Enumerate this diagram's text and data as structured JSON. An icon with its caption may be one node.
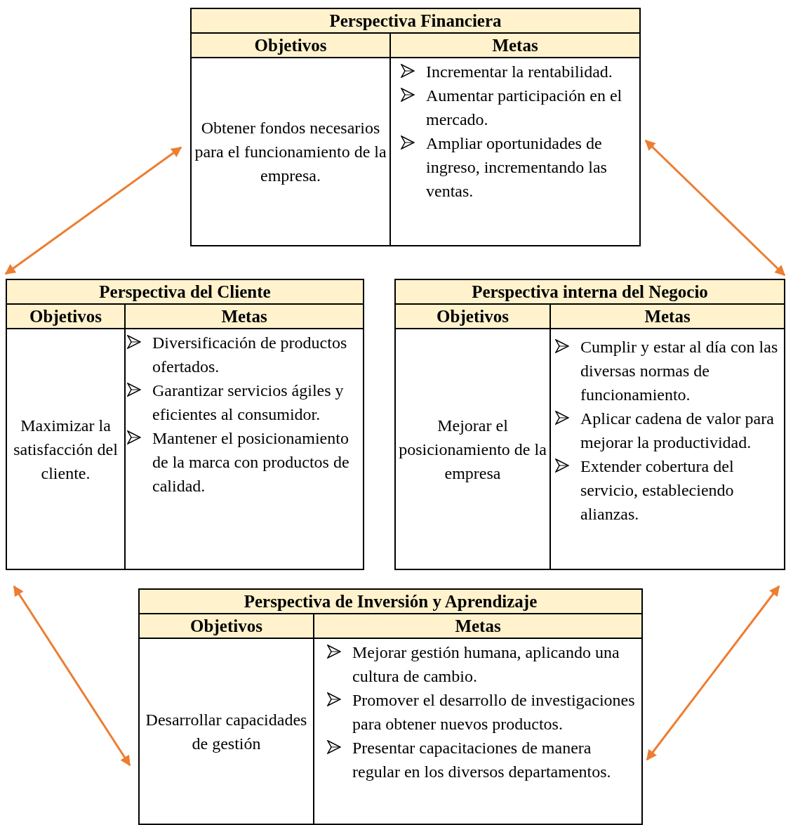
{
  "diagram": {
    "nodes": [
      {
        "text": [
          "Perspectiva Financiera",
          "Objetivos",
          "Metas",
          "Obtener fondos necesarios para el funcionamiento de la empresa.",
          "Incrementar la rentabilidad.",
          "Aumentar participación en el mercado.",
          "Ampliar oportunidades de ingreso, incrementando las ventas."
        ]
      },
      {
        "text": [
          "Perspectiva del Cliente",
          "Objetivos",
          "Metas",
          "Maximizar la satisfacción del cliente.",
          "Diversificación de productos ofertados.",
          "Garantizar servicios ágiles y eficientes al consumidor.",
          "Mantener el posicionamiento de la marca con productos de calidad."
        ]
      },
      {
        "text": [
          "Perspectiva interna del Negocio",
          "Objetivos",
          "Metas",
          "Mejorar el posicionamiento de la empresa",
          "Cumplir y estar al día con las diversas normas de funcionamiento.",
          "Aplicar cadena de valor para mejorar la productividad.",
          "Extender cobertura del servicio, estableciendo alianzas."
        ]
      },
      {
        "text": [
          "Perspectiva de Inversión y Aprendizaje",
          "Objetivos",
          "Metas",
          "Desarrollar capacidades de gestión",
          "Mejorar gestión humana, aplicando una cultura de cambio.",
          "Promover el desarrollo de investigaciones para obtener nuevos productos.",
          "Presentar capacitaciones de manera regular en los diversos departamentos."
        ]
      }
    ],
    "edges": [
      {
        "from": 0,
        "to": 1,
        "arrow": "both"
      },
      {
        "from": 0,
        "to": 2,
        "arrow": "both"
      },
      {
        "from": 1,
        "to": 3,
        "arrow": "both"
      },
      {
        "from": 2,
        "to": 3,
        "arrow": "both"
      }
    ]
  }
}
